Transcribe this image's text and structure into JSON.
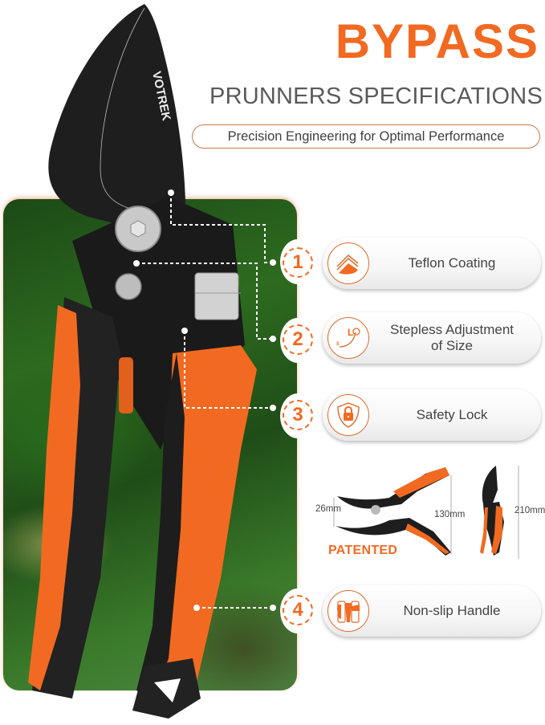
{
  "header": {
    "title": "BYPASS",
    "subtitle": "PRUNNERS SPECIFICATIONS",
    "tagline": "Precision Engineering for Optimal Performance"
  },
  "product": {
    "brand": "VOTREK"
  },
  "features": [
    {
      "number": "1",
      "label": "Teflon Coating",
      "icon": "teflon-layers-icon"
    },
    {
      "number": "2",
      "label": "Stepless Adjustment of Size",
      "label_line1": "Stepless Adjustment",
      "label_line2": "of Size",
      "icon": "size-adjust-icon",
      "icon_text_large": "L",
      "icon_text_small": "S"
    },
    {
      "number": "3",
      "label": "Safety Lock",
      "icon": "shield-lock-icon"
    },
    {
      "number": "4",
      "label": "Non-slip Handle",
      "icon": "grip-handle-icon"
    }
  ],
  "dimensions": {
    "blade_opening": "26mm",
    "open_width": "130mm",
    "total_length": "210mm",
    "badge": "PATENTED"
  },
  "colors": {
    "accent": "#f26a21",
    "text": "#444444",
    "subtitle": "#5a5a5a",
    "panel_green": "#2d6b1f",
    "blade_black": "#1e1e1e"
  }
}
